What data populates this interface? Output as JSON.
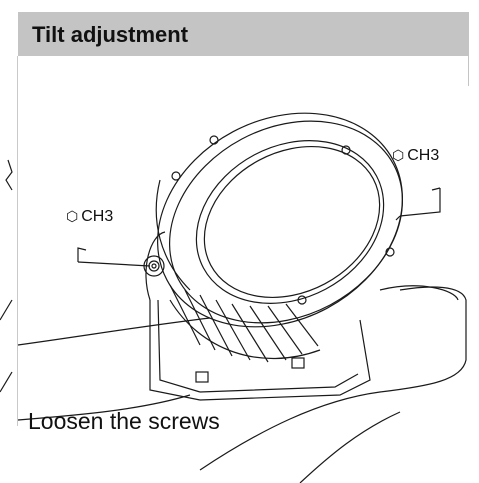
{
  "header": {
    "title": "Tilt adjustment"
  },
  "labels": {
    "left_tool": "CH3",
    "right_tool": "CH3"
  },
  "icons": {
    "tool_icon": "hexagon-icon"
  },
  "caption": "Loosen the screws"
}
